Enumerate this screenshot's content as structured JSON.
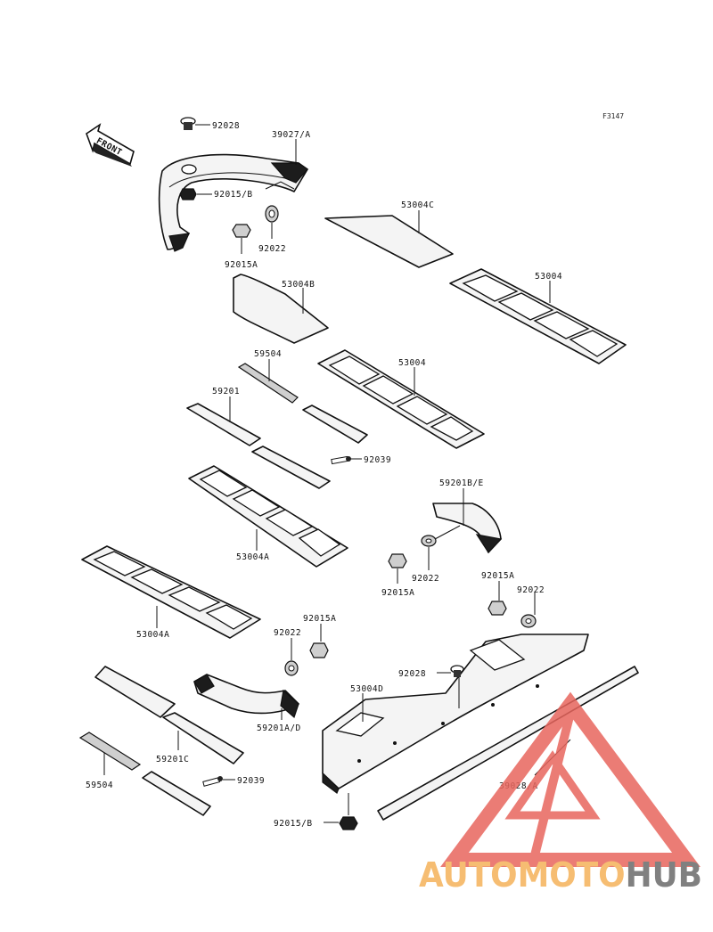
{
  "diagram_code": "F3147",
  "front_label": "FRONT",
  "callouts": {
    "c_92028_top": "92028",
    "c_39027": "39027/A",
    "c_92015b_top": "92015/B",
    "c_92022_top": "92022",
    "c_92015a_top": "92015A",
    "c_53004c": "53004C",
    "c_53004b": "53004B",
    "c_53004_right": "53004",
    "c_59504_top": "59504",
    "c_53004_mid": "53004",
    "c_59201": "59201",
    "c_92039_top": "92039",
    "c_59201be": "59201B/E",
    "c_53004a_mid": "53004A",
    "c_92022_mid": "92022",
    "c_92015a_mid": "92015A",
    "c_92015a_right": "92015A",
    "c_92022_right": "92022",
    "c_53004a_left": "53004A",
    "c_92015a_low": "92015A",
    "c_92022_low": "92022",
    "c_92028_low": "92028",
    "c_53004d": "53004D",
    "c_59201ad": "59201A/D",
    "c_59201c": "59201C",
    "c_59504_low": "59504",
    "c_92039_low": "92039",
    "c_39028": "39028/A",
    "c_92015b_low": "92015/B"
  },
  "watermark": {
    "brand_part1": "AUTOMOTO",
    "brand_part2": "HUB",
    "color_orange": "#f5b25a",
    "color_red": "#e8665e",
    "color_grey": "#6b6b6b"
  }
}
